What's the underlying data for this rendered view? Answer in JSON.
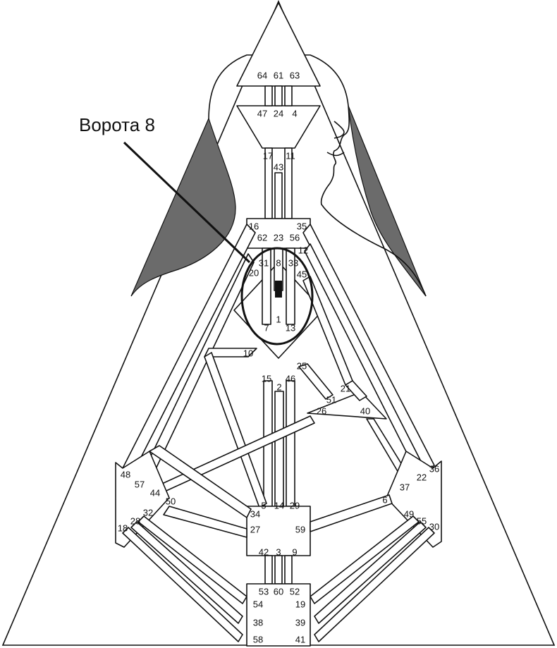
{
  "callout": {
    "label": "Ворота 8"
  },
  "colors": {
    "line": "#111111",
    "shadow": "#6b6b6b",
    "background": "#ffffff",
    "gate_fill": "#111111"
  },
  "gates": [
    {
      "id": "g64",
      "text": "64"
    },
    {
      "id": "g61",
      "text": "61"
    },
    {
      "id": "g63",
      "text": "63"
    },
    {
      "id": "g47",
      "text": "47"
    },
    {
      "id": "g24",
      "text": "24"
    },
    {
      "id": "g4",
      "text": "4"
    },
    {
      "id": "g17",
      "text": "17"
    },
    {
      "id": "g43",
      "text": "43"
    },
    {
      "id": "g11",
      "text": "11"
    },
    {
      "id": "g16",
      "text": "16"
    },
    {
      "id": "g62",
      "text": "62"
    },
    {
      "id": "g23",
      "text": "23"
    },
    {
      "id": "g56",
      "text": "56"
    },
    {
      "id": "g35",
      "text": "35"
    },
    {
      "id": "g12",
      "text": "12"
    },
    {
      "id": "g31",
      "text": "31"
    },
    {
      "id": "g8",
      "text": "8"
    },
    {
      "id": "g33",
      "text": "33"
    },
    {
      "id": "g20",
      "text": "20"
    },
    {
      "id": "g45",
      "text": "45"
    },
    {
      "id": "g7",
      "text": "7"
    },
    {
      "id": "g1",
      "text": "1"
    },
    {
      "id": "g13",
      "text": "13"
    },
    {
      "id": "g10",
      "text": "10"
    },
    {
      "id": "g25",
      "text": "25"
    },
    {
      "id": "g15",
      "text": "15"
    },
    {
      "id": "g2",
      "text": "2"
    },
    {
      "id": "g46",
      "text": "46"
    },
    {
      "id": "g21",
      "text": "21"
    },
    {
      "id": "g51",
      "text": "51"
    },
    {
      "id": "g26",
      "text": "26"
    },
    {
      "id": "g40",
      "text": "40"
    },
    {
      "id": "g48",
      "text": "48"
    },
    {
      "id": "g57",
      "text": "57"
    },
    {
      "id": "g44",
      "text": "44"
    },
    {
      "id": "g50",
      "text": "50"
    },
    {
      "id": "g36",
      "text": "36"
    },
    {
      "id": "g22",
      "text": "22"
    },
    {
      "id": "g37",
      "text": "37"
    },
    {
      "id": "g6",
      "text": "6"
    },
    {
      "id": "g5",
      "text": "5"
    },
    {
      "id": "g14",
      "text": "14"
    },
    {
      "id": "g29",
      "text": "29"
    },
    {
      "id": "g34",
      "text": "34"
    },
    {
      "id": "g27",
      "text": "27"
    },
    {
      "id": "g59",
      "text": "59"
    },
    {
      "id": "g32",
      "text": "32"
    },
    {
      "id": "g28",
      "text": "28"
    },
    {
      "id": "g18",
      "text": "18"
    },
    {
      "id": "g49",
      "text": "49"
    },
    {
      "id": "g55",
      "text": "55"
    },
    {
      "id": "g30",
      "text": "30"
    },
    {
      "id": "g42",
      "text": "42"
    },
    {
      "id": "g3",
      "text": "3"
    },
    {
      "id": "g9",
      "text": "9"
    },
    {
      "id": "g53",
      "text": "53"
    },
    {
      "id": "g60",
      "text": "60"
    },
    {
      "id": "g52",
      "text": "52"
    },
    {
      "id": "g54",
      "text": "54"
    },
    {
      "id": "g19",
      "text": "19"
    },
    {
      "id": "g38",
      "text": "38"
    },
    {
      "id": "g39",
      "text": "39"
    },
    {
      "id": "g58",
      "text": "58"
    },
    {
      "id": "g41",
      "text": "41"
    }
  ]
}
